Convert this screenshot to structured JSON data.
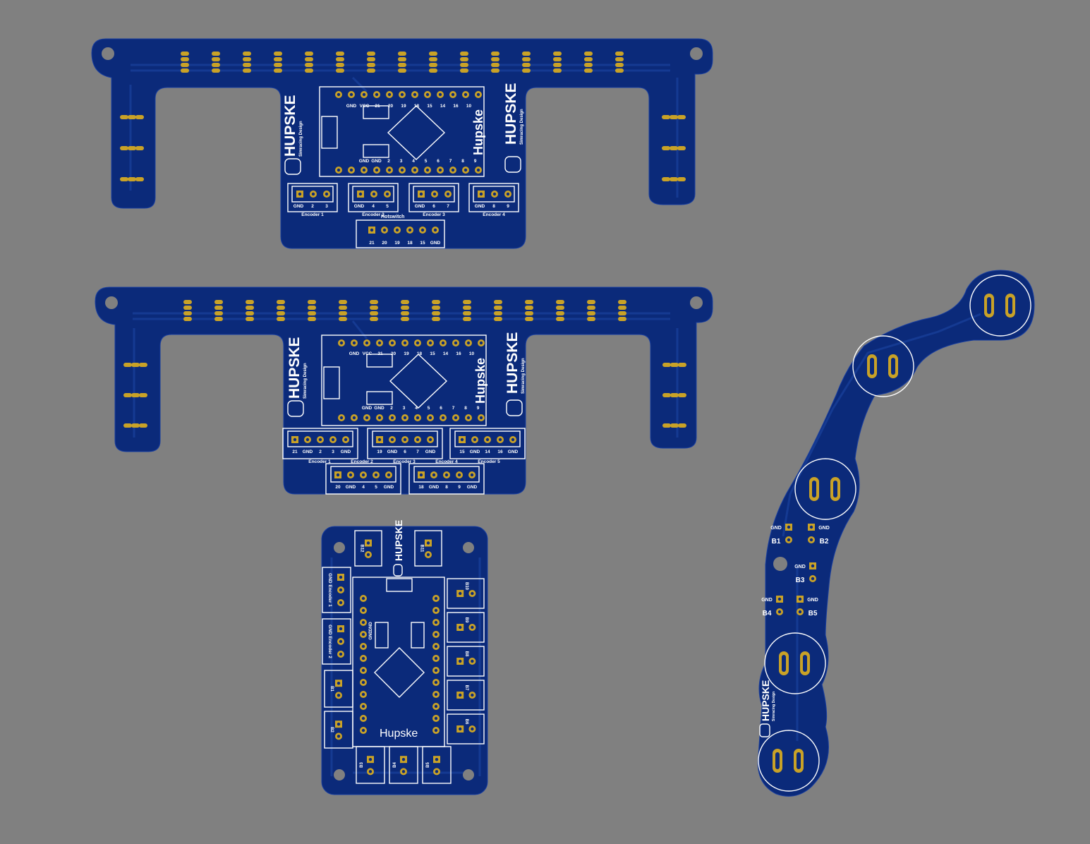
{
  "brand": {
    "name": "HUPSKE",
    "tagline": "Simracing Design",
    "mcu_label": "Hupske"
  },
  "board_a": {
    "top_pins": [
      "GND",
      "VCC",
      "21",
      "20",
      "19",
      "18",
      "15",
      "14",
      "16",
      "10"
    ],
    "bottom_pins": [
      "GND",
      "GND",
      "2",
      "3",
      "4",
      "5",
      "6",
      "7",
      "8",
      "9"
    ],
    "connectors": [
      {
        "pins": [
          "GND",
          "2",
          "3"
        ],
        "label": "Encoder 1"
      },
      {
        "pins": [
          "GND",
          "4",
          "5"
        ],
        "label": "Encoder 2"
      },
      {
        "pins": [
          "GND",
          "6",
          "7"
        ],
        "label": "Encoder 3"
      },
      {
        "pins": [
          "GND",
          "8",
          "9"
        ],
        "label": "Encoder 4"
      }
    ],
    "hotswitch": {
      "label": "Hotswitch",
      "pins": [
        "21",
        "20",
        "19",
        "18",
        "15",
        "GND"
      ]
    }
  },
  "board_b": {
    "top_pins": [
      "GND",
      "VCC",
      "21",
      "20",
      "19",
      "18",
      "15",
      "14",
      "16",
      "10"
    ],
    "bottom_pins": [
      "GND",
      "GND",
      "2",
      "3",
      "4",
      "5",
      "6",
      "7",
      "8",
      "9"
    ],
    "connectors": [
      {
        "pins": [
          "21",
          "GND",
          "2",
          "3",
          "GND"
        ]
      },
      {
        "pins": [
          "19",
          "GND",
          "6",
          "7",
          "GND"
        ]
      },
      {
        "pins": [
          "15",
          "GND",
          "14",
          "16",
          "GND"
        ]
      },
      {
        "pins": [
          "20",
          "GND",
          "4",
          "5",
          "GND"
        ]
      },
      {
        "pins": [
          "18",
          "GND",
          "8",
          "9",
          "GND"
        ]
      }
    ],
    "labels": [
      "Encoder 1",
      "Encoder 2",
      "Encoder 3",
      "Encoder 4",
      "Encoder 5"
    ]
  },
  "board_c": {
    "encoders": [
      "GND  Encoder  1",
      "GND  Encoder  2"
    ],
    "buttons_left": [
      "B1",
      "B2"
    ],
    "buttons_top": [
      "B12",
      "B11"
    ],
    "buttons_right": [
      "B10",
      "B9",
      "B8",
      "B7",
      "B6"
    ],
    "buttons_bottom": [
      "B3",
      "B4",
      "B5"
    ],
    "gnd": "GND"
  },
  "board_d": {
    "pads": [
      {
        "gnd": "GND",
        "btn": "B1"
      },
      {
        "gnd": "GND",
        "btn": "B2"
      },
      {
        "gnd": "GND",
        "btn": "B3"
      },
      {
        "gnd": "GND",
        "btn": "B4"
      },
      {
        "gnd": "GND",
        "btn": "B5"
      }
    ]
  },
  "colors": {
    "background": "#808080",
    "board": "#0b2a7a",
    "pad": "#c9a227",
    "silkscreen": "#ffffff"
  }
}
